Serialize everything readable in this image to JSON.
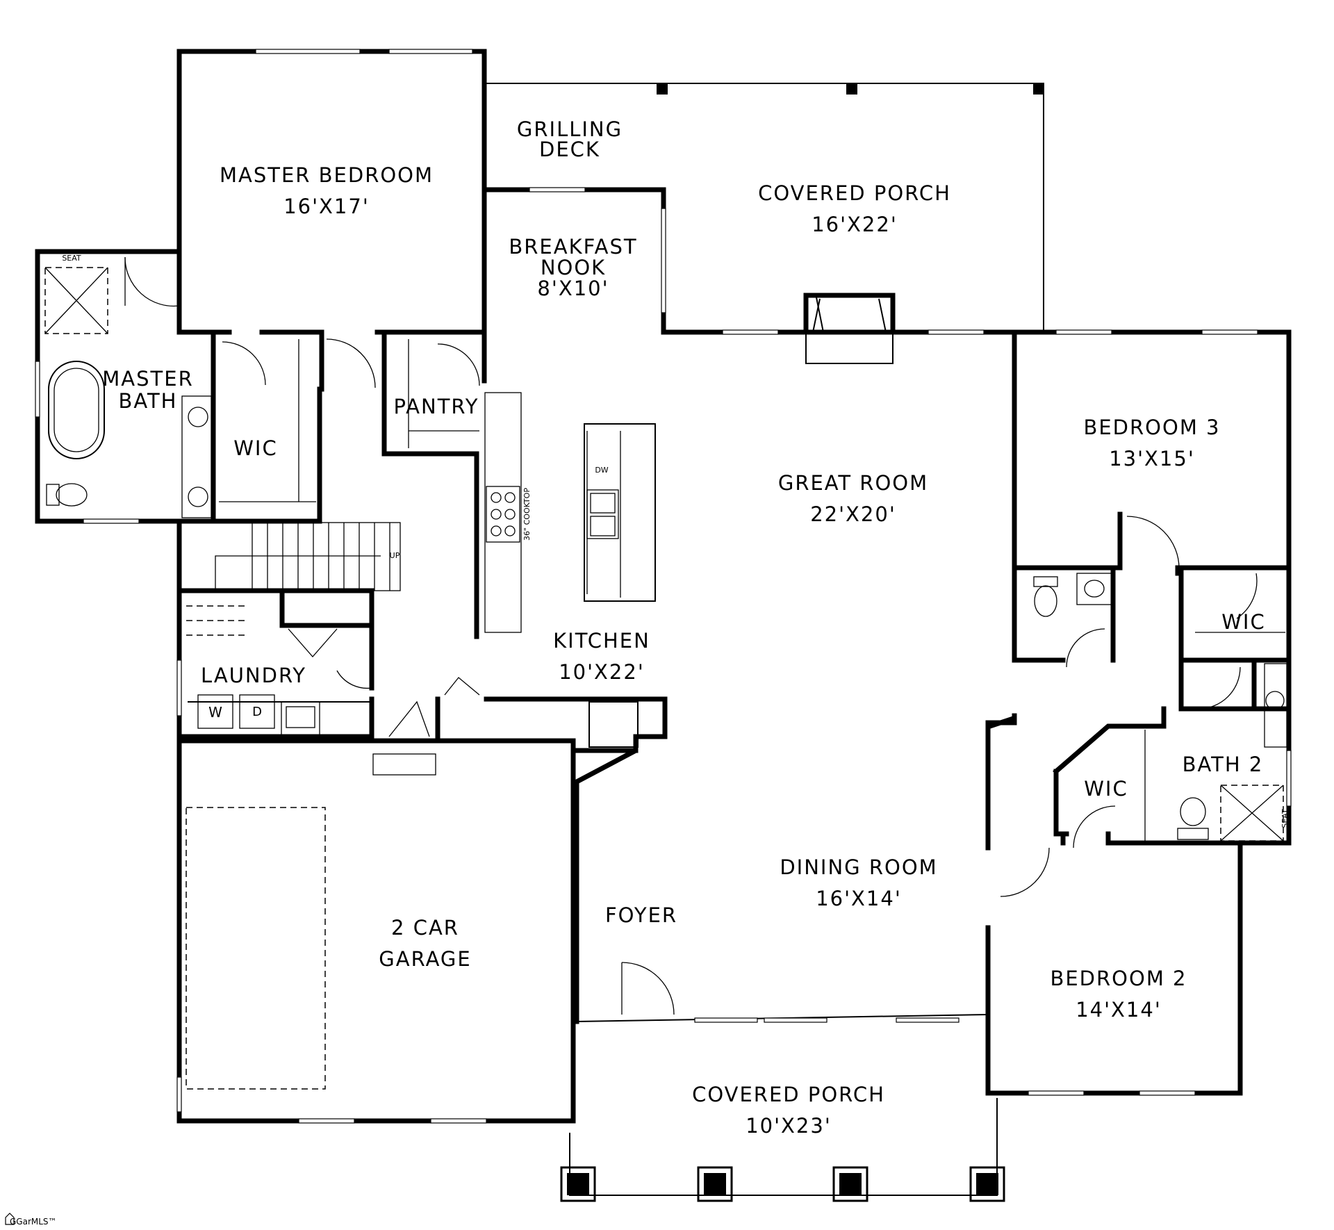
{
  "rooms": {
    "master_bedroom": {
      "name": "MASTER BEDROOM",
      "size": "16'X17'"
    },
    "grilling_deck": {
      "line1": "GRILLING",
      "line2": "DECK"
    },
    "covered_porch_rear": {
      "name": "COVERED PORCH",
      "size": "16'X22'"
    },
    "breakfast_nook": {
      "line1": "BREAKFAST",
      "line2": "NOOK",
      "size": "8'X10'"
    },
    "master_bath": {
      "line1": "MASTER",
      "line2": "BATH"
    },
    "master_wic": {
      "name": "WIC"
    },
    "pantry": {
      "name": "PANTRY"
    },
    "great_room": {
      "name": "GREAT ROOM",
      "size": "22'X20'"
    },
    "bedroom_3": {
      "name": "BEDROOM 3",
      "size": "13'X15'"
    },
    "bedroom_3_wic": {
      "name": "WIC"
    },
    "kitchen": {
      "name": "KITCHEN",
      "size": "10'X22'"
    },
    "laundry": {
      "name": "LAUNDRY"
    },
    "bath_2": {
      "name": "BATH 2"
    },
    "bedroom_2_wic": {
      "name": "WIC"
    },
    "dining_room": {
      "name": "DINING ROOM",
      "size": "16'X14'"
    },
    "foyer": {
      "name": "FOYER"
    },
    "garage": {
      "line1": "2 CAR",
      "line2": "GARAGE"
    },
    "bedroom_2": {
      "name": "BEDROOM 2",
      "size": "14'X14'"
    },
    "covered_porch_front": {
      "name": "COVERED PORCH",
      "size": "10'X23'"
    }
  },
  "fixtures": {
    "seat_master": "SEAT",
    "seat_bath2": "SEAT",
    "dishwasher": "DW",
    "cooktop": "36\" COOKTOP",
    "stairs_up": "UP",
    "washer": "W",
    "dryer": "D"
  },
  "watermark": "GGarMLS™"
}
